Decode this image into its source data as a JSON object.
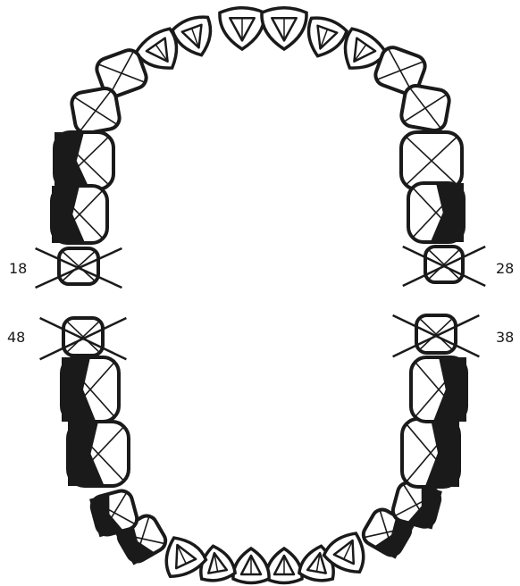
{
  "labels": {
    "upper_right_third_molar": "18",
    "upper_left_third_molar": "28",
    "lower_right_third_molar": "48",
    "lower_left_third_molar": "38"
  },
  "colors": {
    "ink": "#1a1a1a",
    "tooth_fill": "#ffffff",
    "background": "#ffffff"
  },
  "teeth": [
    {
      "id": 11,
      "kind": "incisor",
      "filled": false,
      "crossed": false
    },
    {
      "id": 12,
      "kind": "incisor",
      "filled": false,
      "crossed": false
    },
    {
      "id": 13,
      "kind": "canine",
      "filled": false,
      "crossed": false
    },
    {
      "id": 14,
      "kind": "premolar",
      "filled": false,
      "crossed": false
    },
    {
      "id": 15,
      "kind": "premolar",
      "filled": false,
      "crossed": false
    },
    {
      "id": 16,
      "kind": "molar",
      "filled": true,
      "crossed": false
    },
    {
      "id": 17,
      "kind": "molar",
      "filled": true,
      "crossed": false
    },
    {
      "id": 18,
      "kind": "molar",
      "filled": false,
      "crossed": true
    },
    {
      "id": 21,
      "kind": "incisor",
      "filled": false,
      "crossed": false
    },
    {
      "id": 22,
      "kind": "incisor",
      "filled": false,
      "crossed": false
    },
    {
      "id": 23,
      "kind": "canine",
      "filled": false,
      "crossed": false
    },
    {
      "id": 24,
      "kind": "premolar",
      "filled": false,
      "crossed": false
    },
    {
      "id": 25,
      "kind": "premolar",
      "filled": false,
      "crossed": false
    },
    {
      "id": 26,
      "kind": "molar",
      "filled": false,
      "crossed": false
    },
    {
      "id": 27,
      "kind": "molar",
      "filled": true,
      "crossed": false
    },
    {
      "id": 28,
      "kind": "molar",
      "filled": false,
      "crossed": true
    },
    {
      "id": 31,
      "kind": "incisor",
      "filled": false,
      "crossed": false
    },
    {
      "id": 32,
      "kind": "incisor",
      "filled": false,
      "crossed": false
    },
    {
      "id": 33,
      "kind": "canine",
      "filled": false,
      "crossed": false
    },
    {
      "id": 34,
      "kind": "premolar",
      "filled": true,
      "crossed": false
    },
    {
      "id": 35,
      "kind": "premolar",
      "filled": true,
      "crossed": false
    },
    {
      "id": 36,
      "kind": "molar",
      "filled": true,
      "crossed": false
    },
    {
      "id": 37,
      "kind": "molar",
      "filled": true,
      "crossed": false
    },
    {
      "id": 38,
      "kind": "molar",
      "filled": false,
      "crossed": true
    },
    {
      "id": 41,
      "kind": "incisor",
      "filled": false,
      "crossed": false
    },
    {
      "id": 42,
      "kind": "incisor",
      "filled": false,
      "crossed": false
    },
    {
      "id": 43,
      "kind": "canine",
      "filled": false,
      "crossed": false
    },
    {
      "id": 44,
      "kind": "premolar",
      "filled": true,
      "crossed": false
    },
    {
      "id": 45,
      "kind": "premolar",
      "filled": true,
      "crossed": false
    },
    {
      "id": 46,
      "kind": "molar",
      "filled": true,
      "crossed": false
    },
    {
      "id": 47,
      "kind": "molar",
      "filled": true,
      "crossed": false
    },
    {
      "id": 48,
      "kind": "molar",
      "filled": false,
      "crossed": true
    }
  ]
}
